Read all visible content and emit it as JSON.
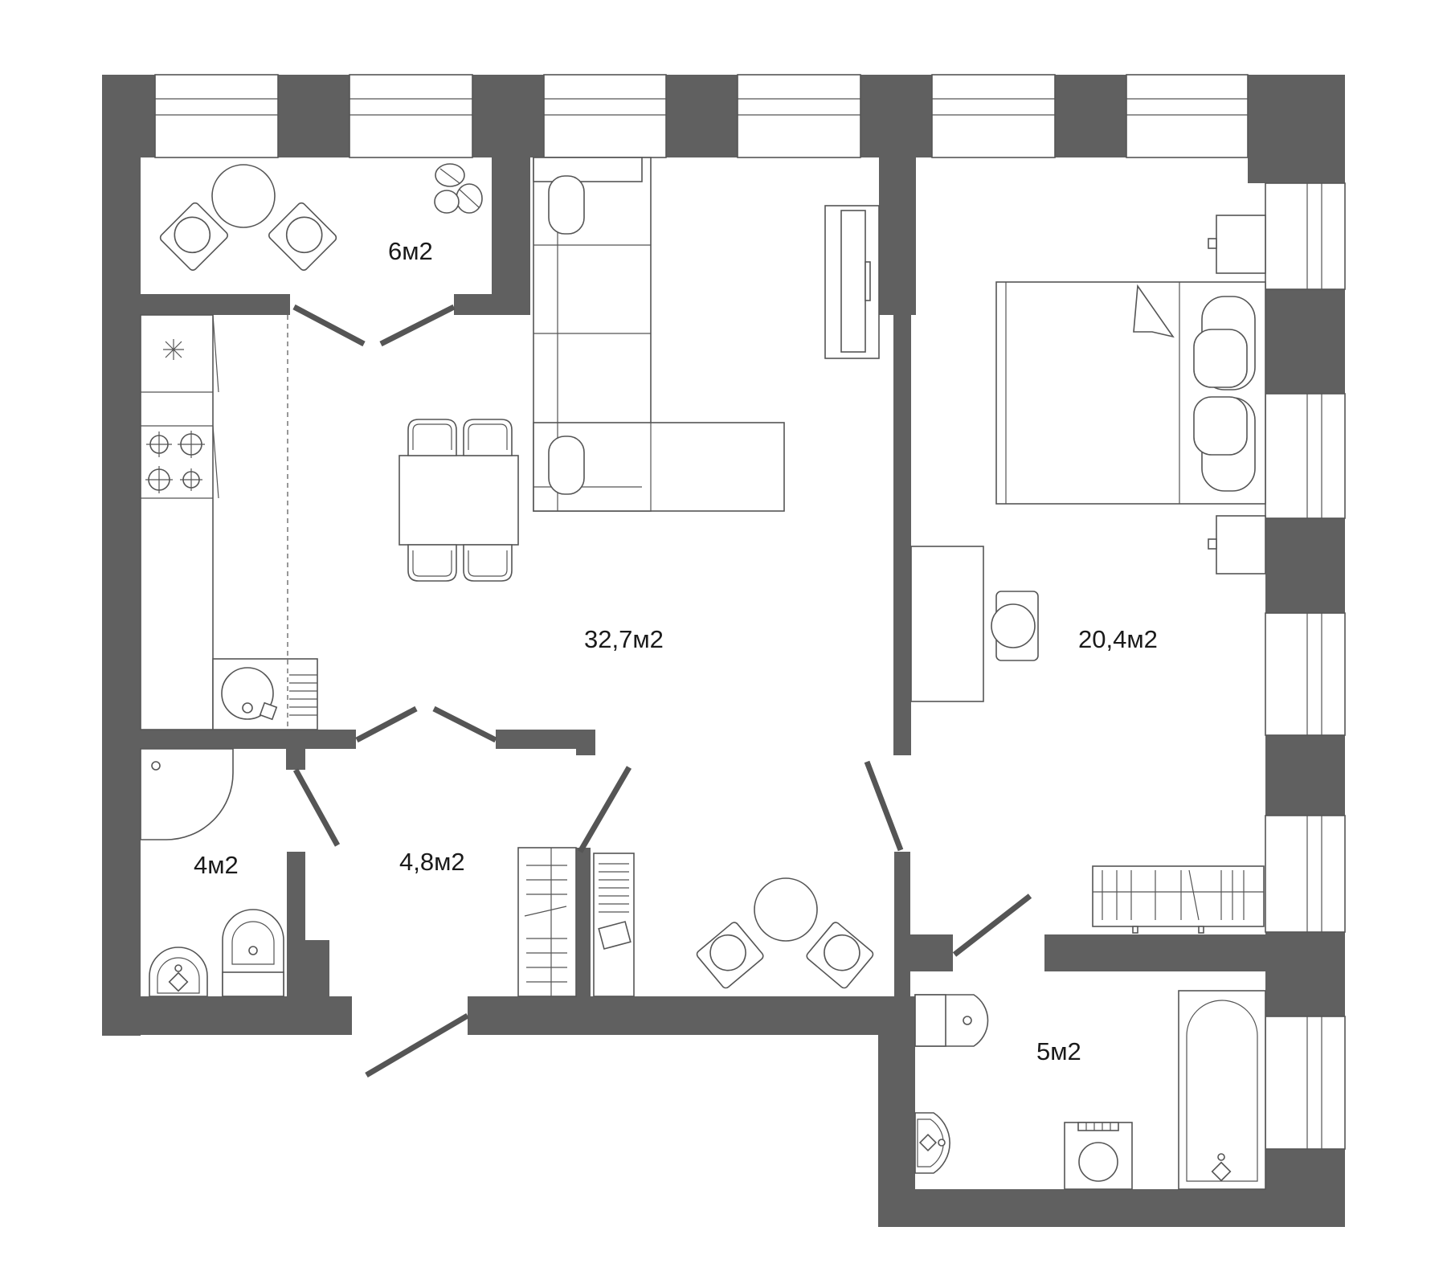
{
  "rooms": {
    "balcony": {
      "area": "6м2"
    },
    "living": {
      "area": "32,7м2"
    },
    "bedroom": {
      "area": "20,4м2"
    },
    "hall": {
      "area": "4,8м2"
    },
    "bath_small": {
      "area": "4м2"
    },
    "bath_large": {
      "area": "5м2"
    }
  },
  "colors": {
    "wall": "#606060",
    "line": "#555555",
    "background": "#ffffff"
  }
}
